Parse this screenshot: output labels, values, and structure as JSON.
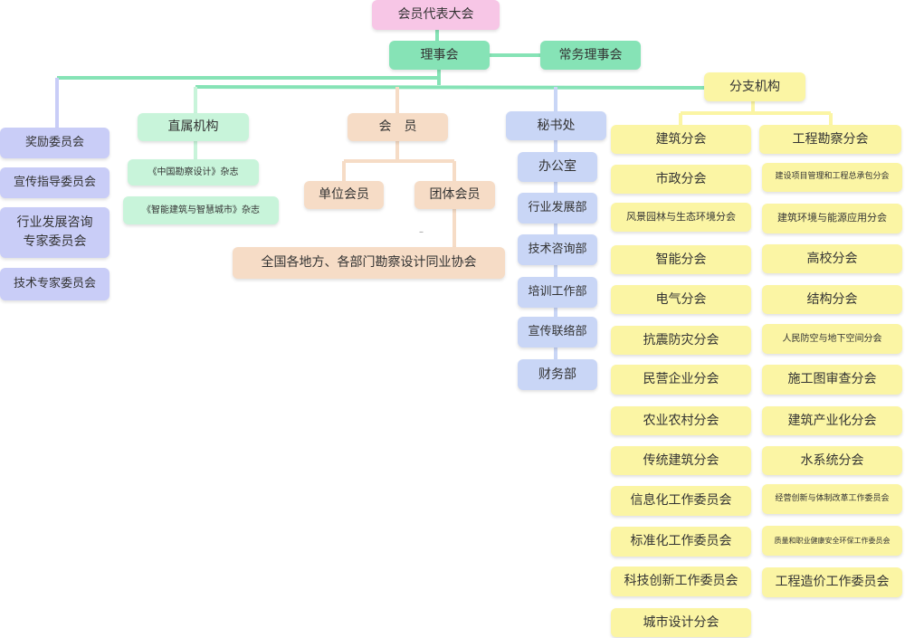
{
  "top": {
    "congress": "会员代表大会",
    "council": "理事会",
    "standing": "常务理事会"
  },
  "left_committees": [
    "奖励委员会",
    "宣传指导委员会",
    "行业发展咨询专家委员会",
    "技术专家委员会"
  ],
  "direct": {
    "title": "直属机构",
    "items": [
      "《中国勘察设计》杂志",
      "《智能建筑与智慧城市》杂志"
    ]
  },
  "members": {
    "title": "会　员",
    "unit": "单位会员",
    "group": "团体会员",
    "group_child": "全国各地方、各部门勘察设计同业协会"
  },
  "secretariat": {
    "title": "秘书处",
    "items": [
      "办公室",
      "行业发展部",
      "技术咨询部",
      "培训工作部",
      "宣传联络部",
      "财务部"
    ]
  },
  "branches": {
    "title": "分支机构",
    "col1": [
      "建筑分会",
      "市政分会",
      "风景园林与生态环境分会",
      "智能分会",
      "电气分会",
      "抗震防灾分会",
      "民营企业分会",
      "农业农村分会",
      "传统建筑分会",
      "信息化工作委员会",
      "标准化工作委员会",
      "科技创新工作委员会",
      "城市设计分会"
    ],
    "col2": [
      "工程勘察分会",
      "建设项目管理和工程总承包分会",
      "建筑环境与能源应用分会",
      "高校分会",
      "结构分会",
      "人民防空与地下空间分会",
      "施工图审查分会",
      "建筑产业化分会",
      "水系统分会",
      "经营创新与体制改革工作委员会",
      "质量和职业健康安全环保工作委员会",
      "工程造价工作委员会"
    ]
  },
  "colors": {
    "pink": "#f7c6e6",
    "green": "#86e3b6",
    "purple": "#c9cdf7",
    "mint": "#c8f4da",
    "peach": "#f6dcc6",
    "blue": "#c9d6f6",
    "yellow": "#fbf5a4"
  }
}
